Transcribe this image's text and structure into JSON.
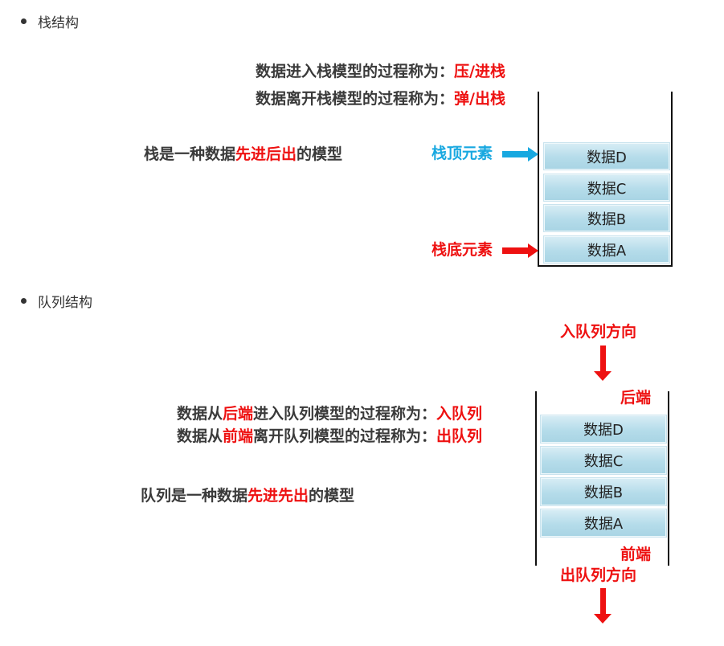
{
  "stack_section": {
    "heading": "栈结构",
    "push_line": {
      "prefix": "数据进入栈模型的过程称为：",
      "highlight": "压/进栈"
    },
    "pop_line": {
      "prefix": "数据离开栈模型的过程称为：",
      "highlight": "弹/出栈"
    },
    "model_line": {
      "prefix": "栈是一种数据",
      "highlight": "先进后出",
      "suffix": "的模型"
    },
    "top_label": "栈顶元素",
    "bottom_label": "栈底元素",
    "items": [
      "数据D",
      "数据C",
      "数据B",
      "数据A"
    ]
  },
  "queue_section": {
    "heading": "队列结构",
    "enqueue_line": {
      "prefix": "数据从",
      "highlight_1": "后端",
      "middle": "进入队列模型的过程称为：",
      "highlight_2": "入队列"
    },
    "dequeue_line": {
      "prefix": "数据从",
      "highlight_1": "前端",
      "middle": "离开队列模型的过程称为：",
      "highlight_2": "出队列"
    },
    "model_line": {
      "prefix": "队列是一种数据",
      "highlight": "先进先出",
      "suffix": "的模型"
    },
    "enqueue_direction": "入队列方向",
    "dequeue_direction": "出队列方向",
    "rear_label": "后端",
    "front_label": "前端",
    "items": [
      "数据D",
      "数据C",
      "数据B",
      "数据A"
    ]
  },
  "colors": {
    "highlight_red": "#ee1111",
    "highlight_blue": "#18a8e0",
    "block_fill": "#b5dcea",
    "text_dark": "#3a3a3a"
  }
}
